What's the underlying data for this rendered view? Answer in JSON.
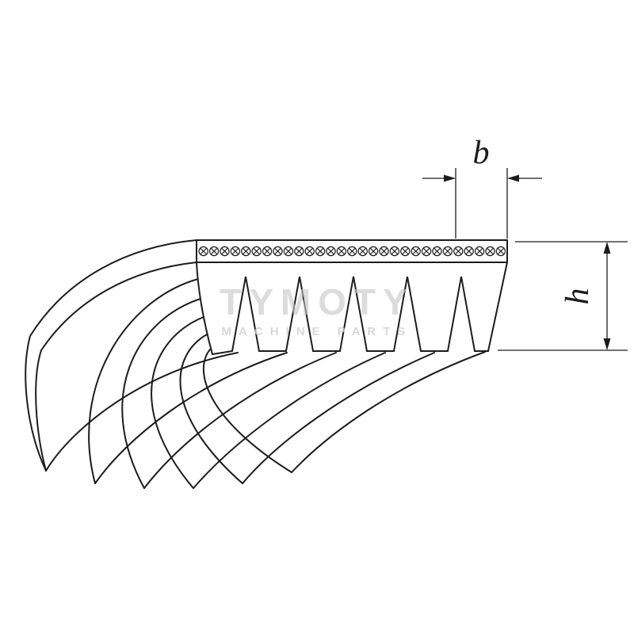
{
  "diagram": {
    "dimension_labels": {
      "width": "b",
      "height": "h"
    },
    "watermark": {
      "title": "TYMOTY",
      "subtitle": "MACHINE PARTS"
    },
    "belt": {
      "front_groove_count": 5,
      "swept_rib_tip_count": 6,
      "hatch_symbol": "circled-x"
    },
    "colors": {
      "line": "#1c1c1c",
      "watermark_text": "#c7c7c7",
      "background": "#ffffff"
    }
  }
}
